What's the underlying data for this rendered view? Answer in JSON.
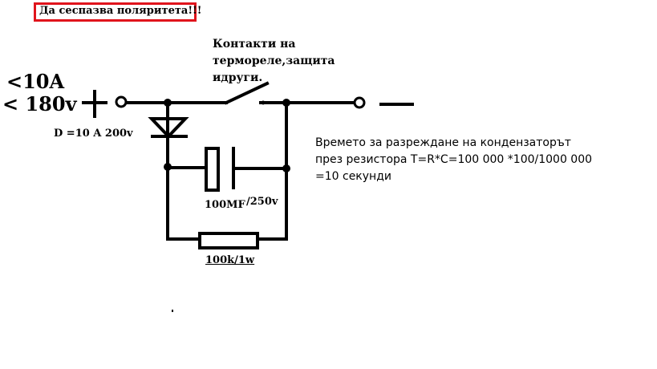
{
  "title": "Да сеспазва поляритета!!!",
  "contacts_label": {
    "lines": [
      "Контакти на",
      "термореле,защита",
      "идруги."
    ]
  },
  "input": {
    "current": "<10A",
    "voltage": "< 180v"
  },
  "diode": {
    "label": "D =10 A 200v"
  },
  "capacitor": {
    "value": "100MF",
    "voltage": "/250v"
  },
  "resistor": {
    "value": "100k/1w"
  },
  "discharge_note": {
    "lines": [
      "Времето за  разреждане на кондензаторът",
      "през резистора T=R*C=100 000 *100/1000 000",
      "=10 секунди"
    ]
  },
  "colors": {
    "title_border": "#e0141c",
    "wire": "#000000",
    "background": "#ffffff"
  }
}
